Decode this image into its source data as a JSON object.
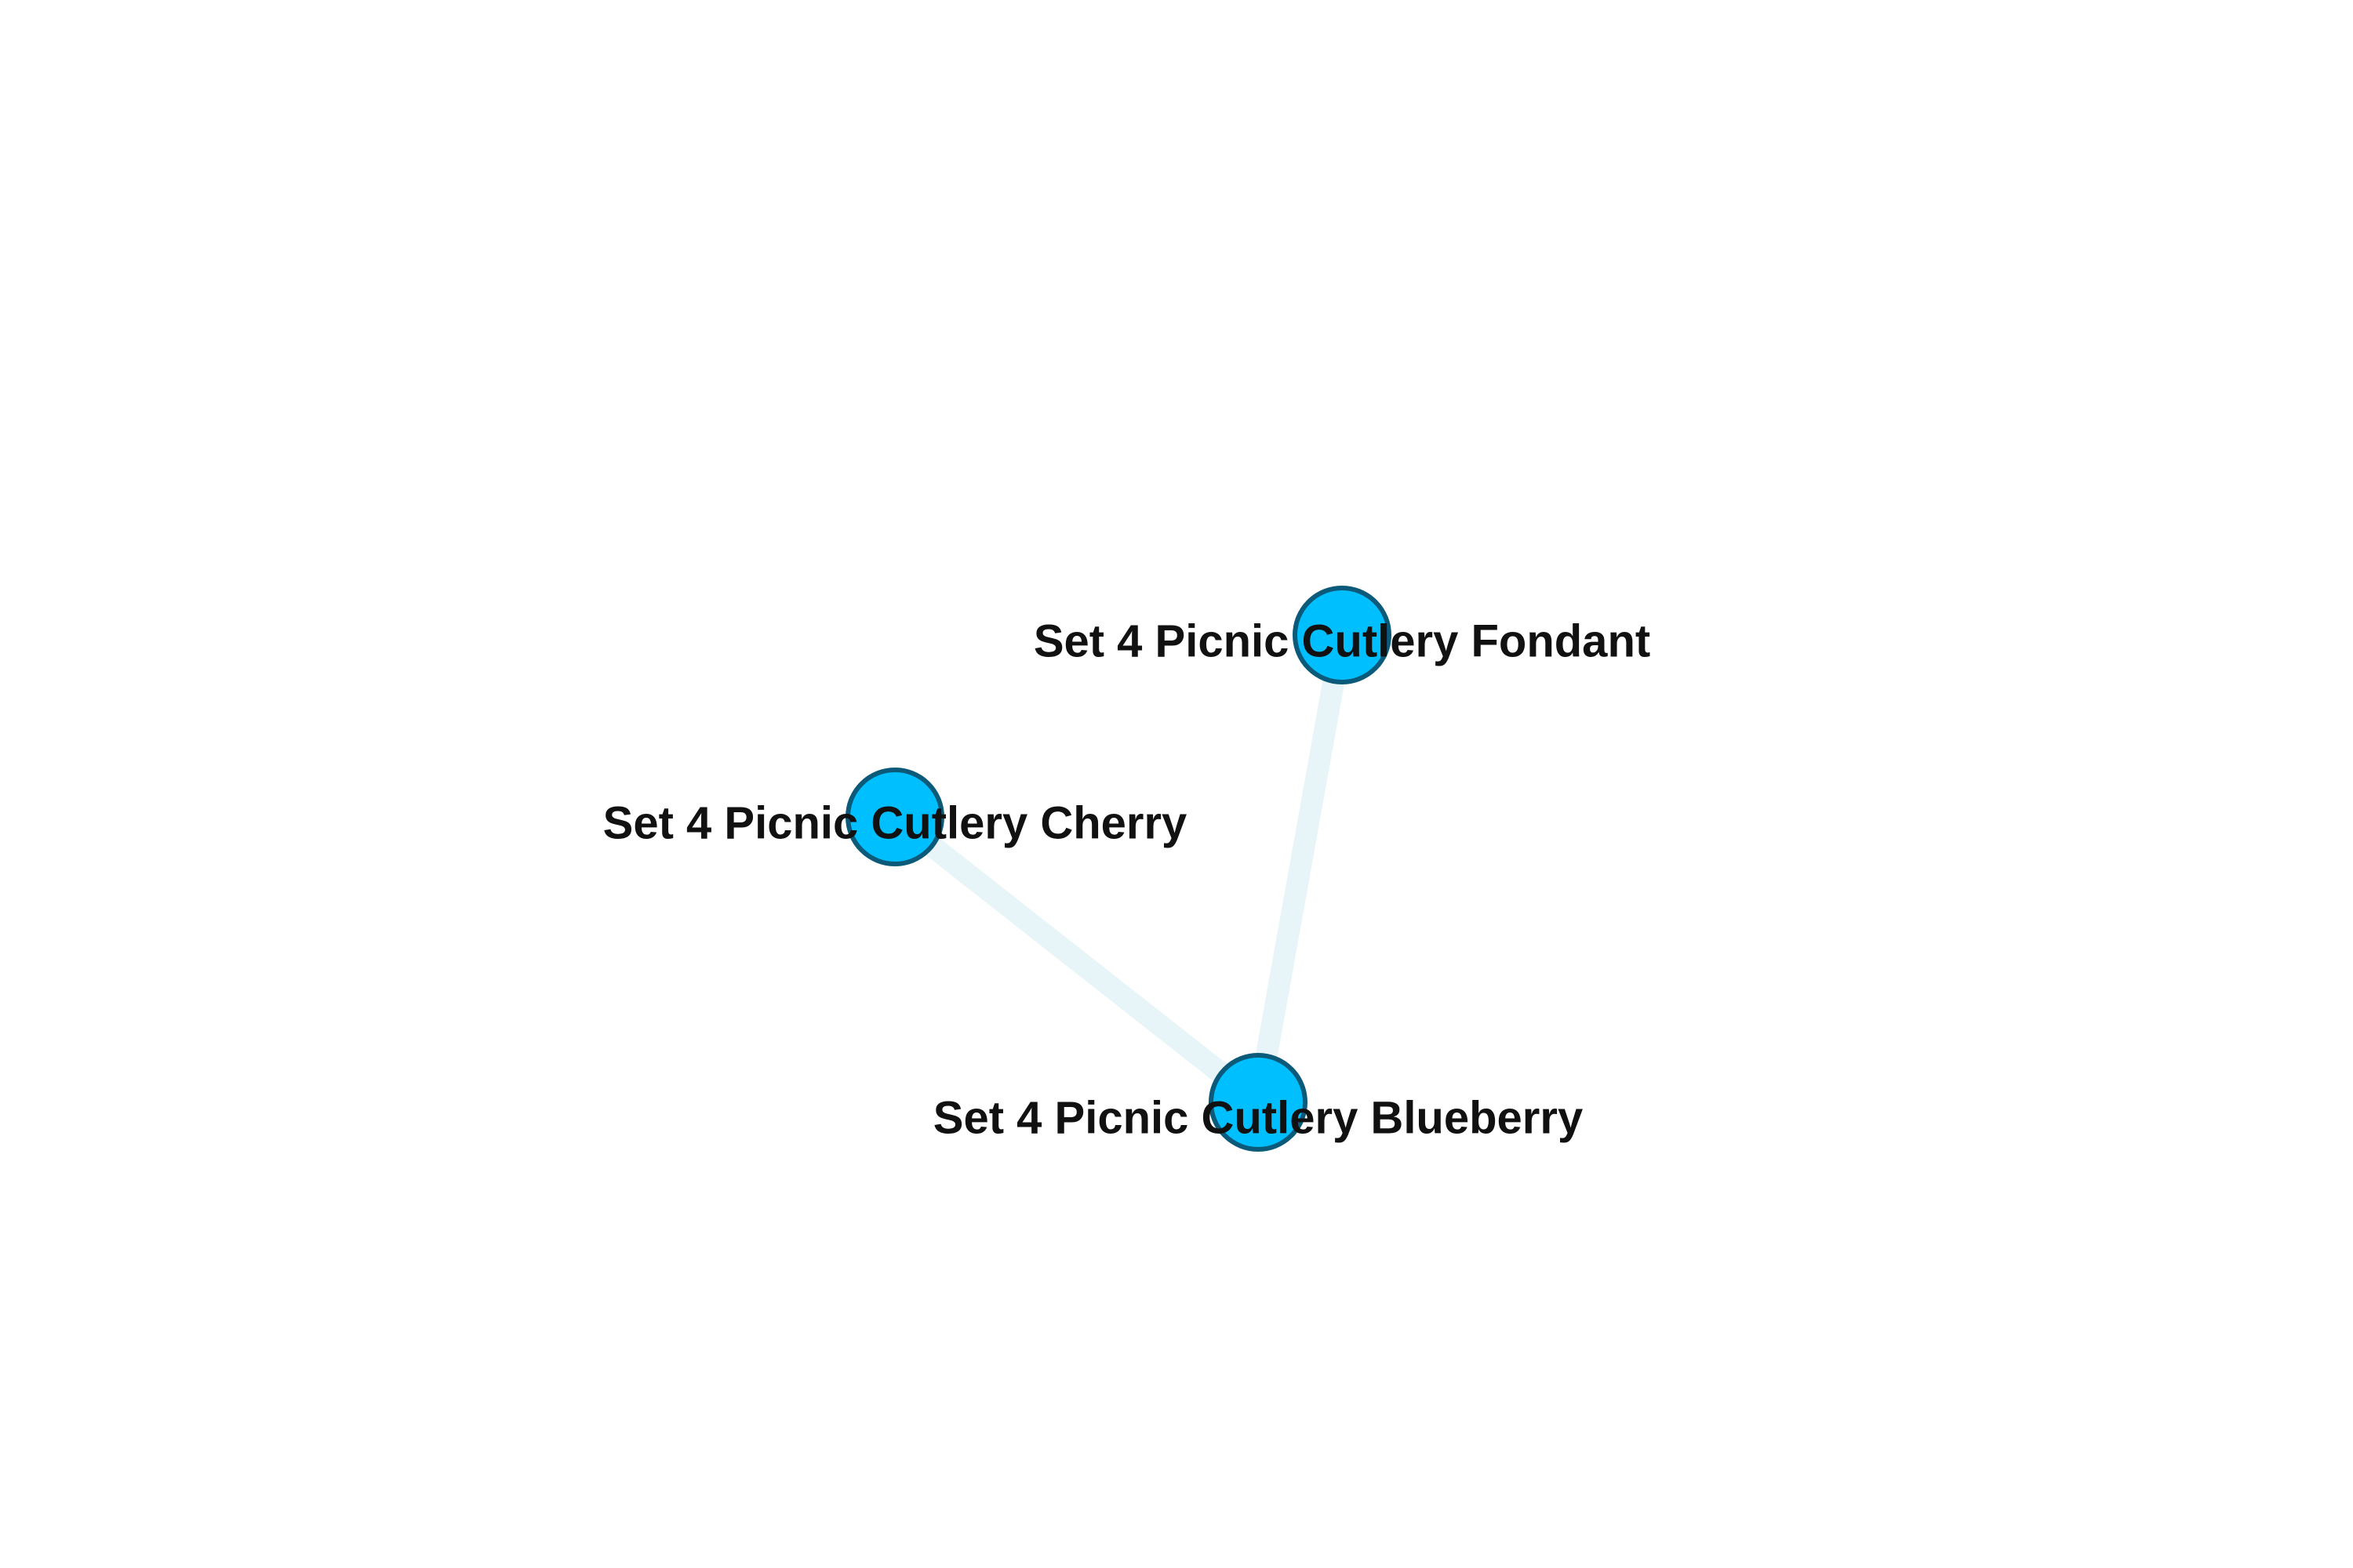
{
  "graph": {
    "colors": {
      "background": "#ffffff",
      "node_fill": "#00bfff",
      "node_stroke": "#0b5a7a",
      "edge": "#e8f5f8",
      "label": "#111111"
    },
    "nodes": [
      {
        "id": "fondant",
        "label": "Set 4 Picnic Cutlery Fondant"
      },
      {
        "id": "cherry",
        "label": "Set 4 Picnic Cutlery Cherry"
      },
      {
        "id": "blueberry",
        "label": "Set 4 Picnic Cutlery Blueberry"
      }
    ],
    "edges": [
      {
        "source": "cherry",
        "target": "blueberry"
      },
      {
        "source": "fondant",
        "target": "blueberry"
      }
    ]
  }
}
